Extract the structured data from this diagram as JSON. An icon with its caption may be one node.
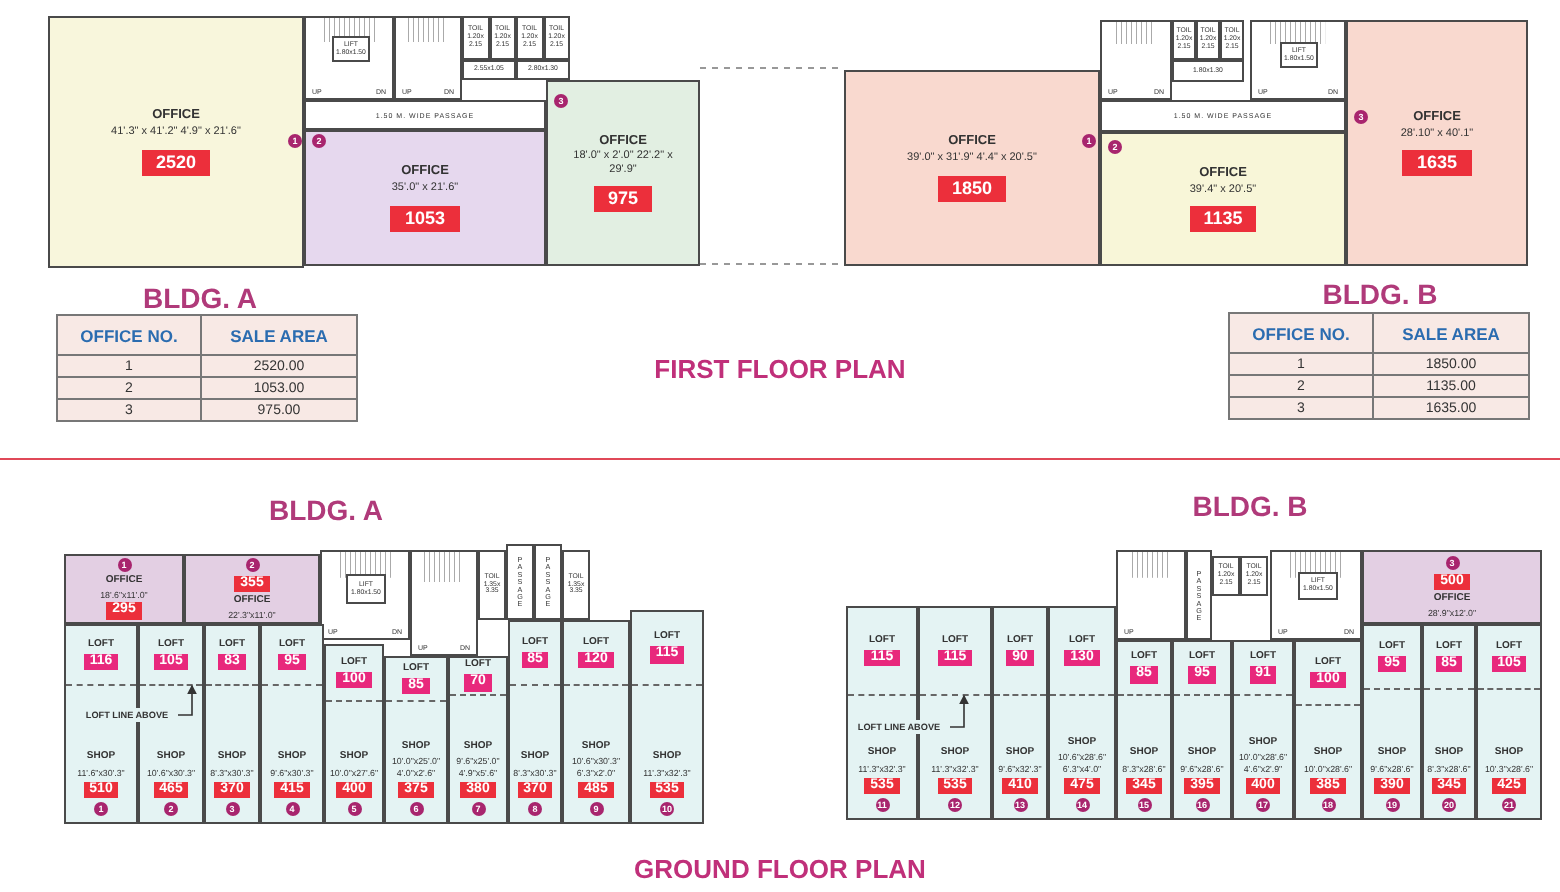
{
  "diagram": {
    "nodes": [
      {
        "text": [
          "1",
          "OFFICE",
          "41'.3\" x 41'.2\" 4'.9\" x 21'.6\"",
          "2520"
        ]
      },
      {
        "text": [
          "UP",
          "DN"
        ]
      },
      {
        "text": [
          "LIFT 1.80x1.50"
        ],
        "in": 1
      },
      {
        "text": [
          "UP",
          "DN"
        ]
      },
      {
        "text": [
          "TOIL 1.20x 2.15"
        ]
      },
      {
        "text": [
          "TOIL 1.20x 2.15"
        ]
      },
      {
        "text": [
          "TOIL 1.20x 2.15"
        ]
      },
      {
        "text": [
          "TOIL 1.20x 2.15"
        ]
      },
      {
        "text": [
          "2.55x1.05"
        ]
      },
      {
        "text": [
          "2.80x1.30"
        ]
      },
      {
        "text": [
          "1.50 M. WIDE PASSAGE"
        ]
      },
      {
        "text": [
          "2",
          "OFFICE",
          "35'.0\" x 21'.6\"",
          "1053"
        ]
      },
      {
        "text": [
          "3",
          "OFFICE",
          "18'.0\" x 2'.0\" 22'.2\" x 29'.9\"",
          "975"
        ]
      },
      {
        "text": [
          "UP",
          "DN"
        ]
      },
      {
        "text": [
          "TOIL 1.20x 2.15"
        ]
      },
      {
        "text": [
          "TOIL 1.20x 2.15"
        ]
      },
      {
        "text": [
          "TOIL 1.20x 2.15"
        ]
      },
      {
        "text": [
          "1.80x1.30"
        ]
      },
      {
        "text": [
          "UP",
          "DN"
        ]
      },
      {
        "text": [
          "LIFT 1.80x1.50"
        ],
        "in": 18
      },
      {
        "text": [
          "1.50 M. WIDE PASSAGE"
        ]
      },
      {
        "text": [
          "1",
          "OFFICE",
          "39'.0\" x 31'.9\" 4'.4\" x 20'.5\"",
          "1850"
        ]
      },
      {
        "text": [
          "2",
          "OFFICE",
          "39'.4\" x 20'.5\"",
          "1135"
        ]
      },
      {
        "text": [
          "3",
          "OFFICE",
          "28'.10\" x 40'.1\"",
          "1635"
        ]
      },
      {
        "text": [
          "1",
          "OFFICE",
          "18'.6\"x11'.0\"",
          "295"
        ]
      },
      {
        "text": [
          "2",
          "355",
          "OFFICE",
          "22'.3\"x11'.0\""
        ]
      },
      {
        "text": [
          "UP",
          "DN"
        ]
      },
      {
        "text": [
          "LIFT 1.80x1.50"
        ],
        "in": 26
      },
      {
        "text": [
          "UP",
          "DN"
        ]
      },
      {
        "text": [
          "TOIL 1.35x 3.35"
        ]
      },
      {
        "text": [
          "PASSAGE"
        ]
      },
      {
        "text": [
          "PASSAGE"
        ]
      },
      {
        "text": [
          "TOIL 1.35x 3.35"
        ]
      },
      {
        "text": [
          "LOFT",
          "116",
          "SHOP",
          "11'.6\"x30'.3\"",
          "510",
          "1"
        ]
      },
      {
        "text": [
          "LOFT",
          "105",
          "SHOP",
          "10'.6\"x30'.3\"",
          "465",
          "2"
        ]
      },
      {
        "text": [
          "LOFT",
          "83",
          "SHOP",
          "8'.3\"x30'.3\"",
          "370",
          "3"
        ]
      },
      {
        "text": [
          "LOFT",
          "95",
          "SHOP",
          "9'.6\"x30'.3\"",
          "415",
          "4"
        ]
      },
      {
        "text": [
          "LOFT",
          "100",
          "SHOP",
          "10'.0\"x27'.6\"",
          "400",
          "5"
        ]
      },
      {
        "text": [
          "LOFT",
          "85",
          "SHOP",
          "10'.0\"x25'.0\" 4'.0\"x2'.6\"",
          "375",
          "6"
        ]
      },
      {
        "text": [
          "LOFT",
          "70",
          "SHOP",
          "9'.6\"x25'.0\" 4'.9\"x5'.6\"",
          "380",
          "7"
        ]
      },
      {
        "text": [
          "LOFT",
          "85",
          "SHOP",
          "8'.3\"x30'.3\"",
          "370",
          "8"
        ]
      },
      {
        "text": [
          "LOFT",
          "120",
          "SHOP",
          "10'.6\"x30'.3\" 6'.3\"x2'.0\"",
          "485",
          "9"
        ]
      },
      {
        "text": [
          "LOFT",
          "115",
          "SHOP",
          "11'.3\"x32'.3\"",
          "535",
          "10"
        ]
      },
      {
        "text": [
          "UP"
        ]
      },
      {
        "text": [
          "PASSAGE"
        ]
      },
      {
        "text": [
          "TOIL 1.20x 2.15"
        ]
      },
      {
        "text": [
          "TOIL 1.20x 2.15"
        ]
      },
      {
        "text": [
          "UP",
          "DN"
        ]
      },
      {
        "text": [
          "LIFT 1.80x1.50"
        ],
        "in": 47
      },
      {
        "text": [
          "3",
          "500",
          "OFFICE",
          "28'.9\"x12'.0\""
        ]
      },
      {
        "text": [
          "LOFT",
          "115",
          "SHOP",
          "11'.3\"x32'.3\"",
          "535",
          "11"
        ]
      },
      {
        "text": [
          "LOFT",
          "115",
          "SHOP",
          "11'.3\"x32'.3\"",
          "535",
          "12"
        ]
      },
      {
        "text": [
          "LOFT",
          "90",
          "SHOP",
          "9'.6\"x32'.3\"",
          "410",
          "13"
        ]
      },
      {
        "text": [
          "LOFT",
          "130",
          "SHOP",
          "10'.6\"x28'.6\" 6'.3\"x4'.0\"",
          "475",
          "14"
        ]
      },
      {
        "text": [
          "LOFT",
          "85",
          "SHOP",
          "8'.3\"x28'.6\"",
          "345",
          "15"
        ]
      },
      {
        "text": [
          "LOFT",
          "95",
          "SHOP",
          "9'.6\"x28'.6\"",
          "395",
          "16"
        ]
      },
      {
        "text": [
          "LOFT",
          "91",
          "SHOP",
          "10'.0\"x28'.6\" 4'.6\"x2'.9\"",
          "400",
          "17"
        ]
      },
      {
        "text": [
          "LOFT",
          "100",
          "SHOP",
          "10'.0\"x28'.6\"",
          "385",
          "18"
        ]
      },
      {
        "text": [
          "LOFT",
          "95",
          "SHOP",
          "9'.6\"x28'.6\"",
          "390",
          "19"
        ]
      },
      {
        "text": [
          "LOFT",
          "85",
          "SHOP",
          "8'.3\"x28'.6\"",
          "345",
          "20"
        ]
      },
      {
        "text": [
          "LOFT",
          "105",
          "SHOP",
          "10'.3\"x28'.6\"",
          "425",
          "21"
        ]
      },
      {
        "text": [
          "LOFT LINE ABOVE"
        ]
      },
      {
        "text": [
          "LOFT LINE ABOVE"
        ]
      }
    ],
    "edges": [
      {
        "from": 61,
        "to": null,
        "arrow": "to"
      },
      {
        "from": 62,
        "to": null,
        "arrow": "to"
      }
    ],
    "labels": [
      "BLDG. A",
      "OFFICE NO.",
      "SALE AREA",
      "1",
      "2520.00",
      "2",
      "1053.00",
      "3",
      "975.00",
      "BLDG. B",
      "OFFICE NO.",
      "SALE AREA",
      "1",
      "1850.00",
      "2",
      "1135.00",
      "3",
      "1635.00",
      "FIRST FLOOR PLAN",
      "BLDG. A",
      "BLDG. B",
      "GROUND FLOOR PLAN"
    ]
  }
}
